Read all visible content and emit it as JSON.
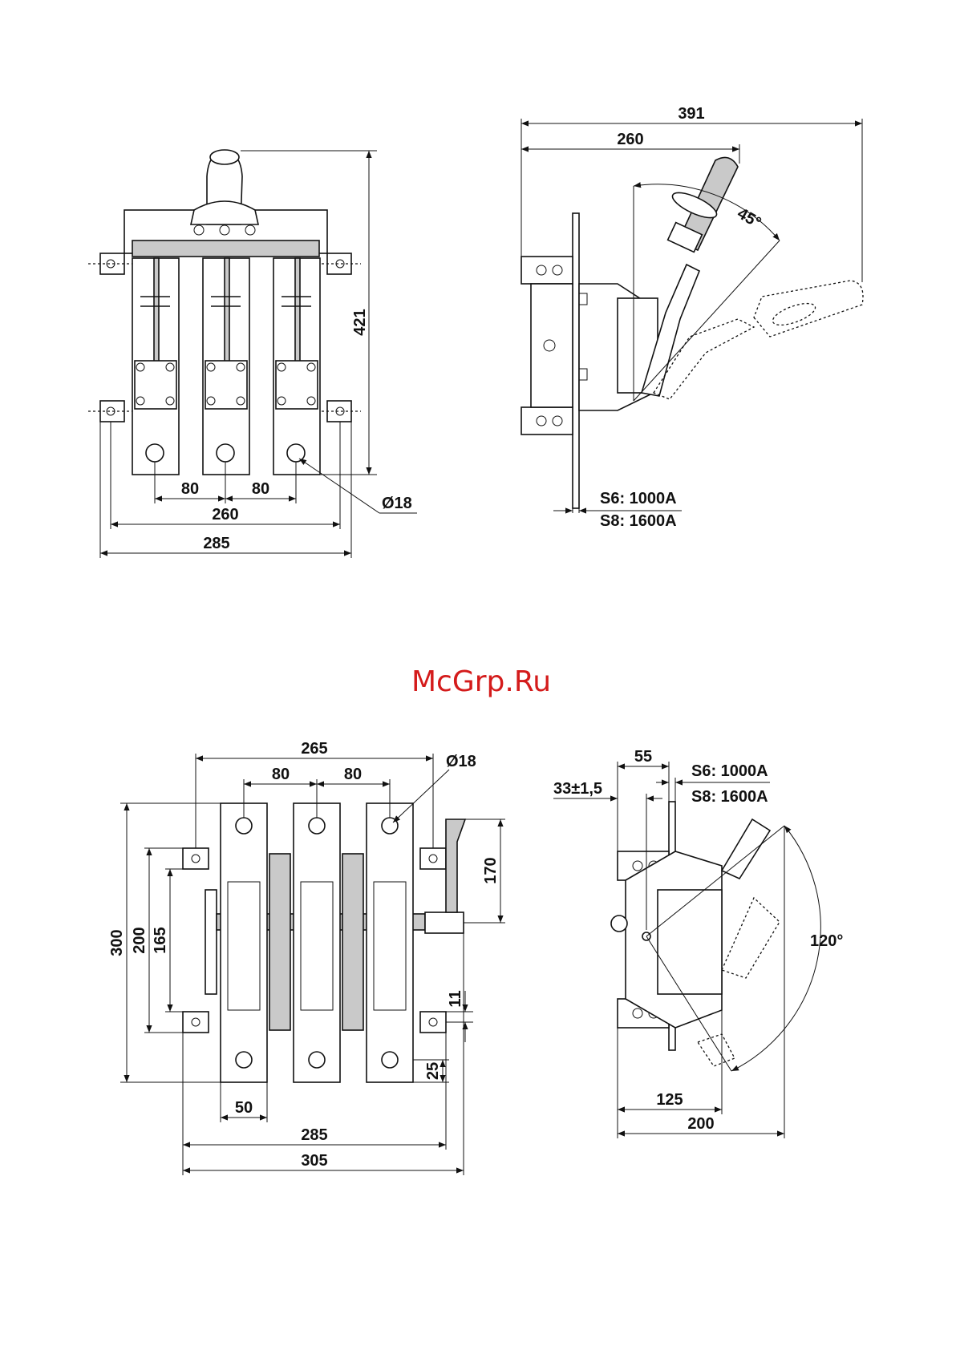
{
  "watermark": "McGrp.Ru",
  "views": {
    "front_top": {
      "dims": {
        "height": "421",
        "pitch_left": "80",
        "pitch_right": "80",
        "hole_span": "260",
        "overall": "285",
        "hole_dia": "Ø18"
      }
    },
    "side_top": {
      "dims": {
        "overall": "391",
        "handle": "260",
        "angle": "45°",
        "s6": "S6: 1000A",
        "s8": "S8: 1600A"
      }
    },
    "front_bottom": {
      "dims": {
        "top_span": "265",
        "pitch_left": "80",
        "pitch_right": "80",
        "hole_dia": "Ø18",
        "height": "300",
        "mount": "200",
        "inner": "165",
        "handle": "170",
        "offset": "11",
        "edge": "25",
        "bar_width": "50",
        "span": "285",
        "overall": "305"
      }
    },
    "side_bottom": {
      "dims": {
        "depth": "55",
        "s6": "S6: 1000A",
        "offset": "33±1,5",
        "s8": "S8: 1600A",
        "angle": "120°",
        "inner": "125",
        "overall": "200"
      }
    }
  }
}
